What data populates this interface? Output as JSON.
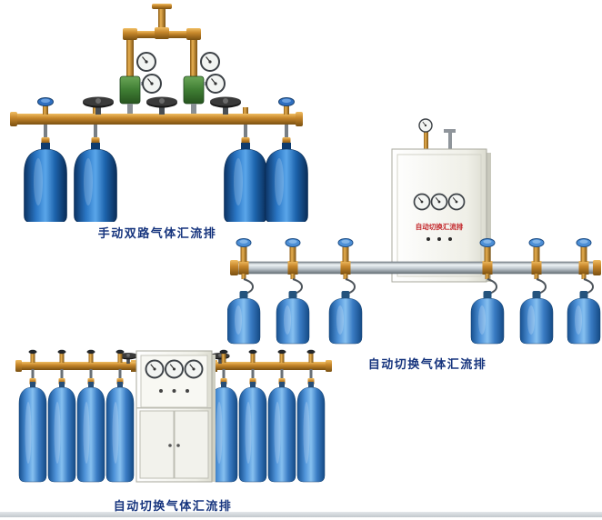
{
  "page": {
    "background": "#ffffff"
  },
  "products": [
    {
      "caption": "手动双路气体汇流排"
    },
    {
      "caption": "自动切换气体汇流排"
    },
    {
      "caption": "自动切换气体汇流排"
    }
  ],
  "cabinet": {
    "label": "自动切换汇流排"
  },
  "colors": {
    "caption_text": "#17357e",
    "cylinder_blue_dark": "#2a76c4",
    "cylinder_blue_medium": "#4f93d9",
    "brass_pipe": "#c7872b",
    "silver_pipe": "#c3ccd2",
    "cabinet_body": "#efefe7",
    "cabinet_label_red": "#c3272b",
    "regulator_green": "#3f7d33"
  }
}
